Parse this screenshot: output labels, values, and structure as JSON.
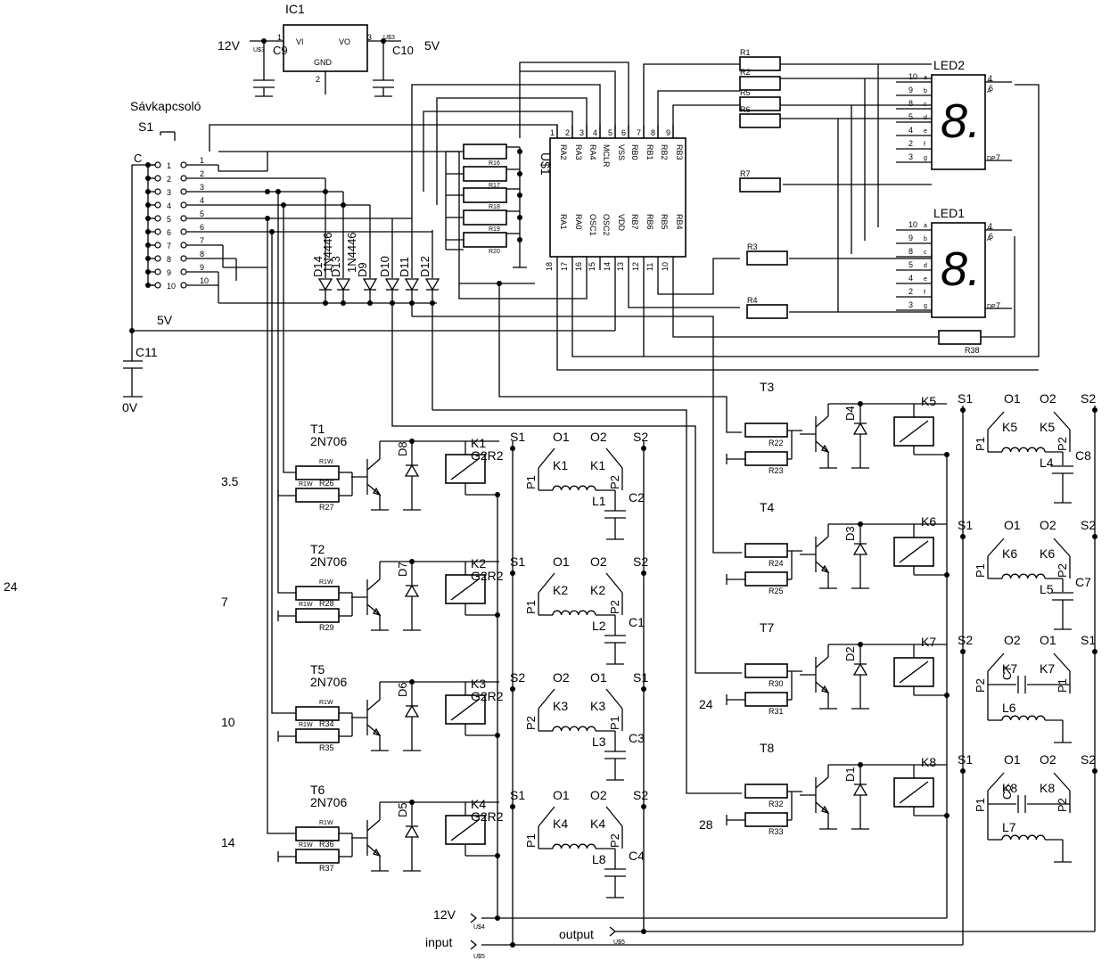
{
  "ic1": {
    "ref": "IC1",
    "vi": "VI",
    "vo": "VO",
    "gnd": "GND",
    "pin1": "1",
    "pin2": "2",
    "pin3": "3",
    "v_in": "12V",
    "v_out": "5V",
    "c_in": "C9",
    "c_out": "C10",
    "us_in": "U$3",
    "us_out": "U$3"
  },
  "switch": {
    "title": "Sávkapcsoló",
    "ref": "S1",
    "common": "C",
    "pins": [
      "1",
      "2",
      "3",
      "4",
      "5",
      "6",
      "7",
      "8",
      "9",
      "10"
    ]
  },
  "c11": {
    "ref": "C11",
    "rail": "5V",
    "gnd": "0V"
  },
  "mcu": {
    "ref": "U$1",
    "top_pins": [
      {
        "num": "1",
        "name": "RA2"
      },
      {
        "num": "2",
        "name": "RA3"
      },
      {
        "num": "3",
        "name": "RA4"
      },
      {
        "num": "4",
        "name": "MCLR"
      },
      {
        "num": "5",
        "name": "VSS"
      },
      {
        "num": "6",
        "name": "RB0"
      },
      {
        "num": "7",
        "name": "RB1"
      },
      {
        "num": "8",
        "name": "RB2"
      },
      {
        "num": "9",
        "name": "RB3"
      }
    ],
    "bottom_pins": [
      {
        "num": "18",
        "name": "RA1"
      },
      {
        "num": "17",
        "name": "RA0"
      },
      {
        "num": "16",
        "name": "OSC1"
      },
      {
        "num": "15",
        "name": "OSC2"
      },
      {
        "num": "14",
        "name": "VDD"
      },
      {
        "num": "13",
        "name": "RB7"
      },
      {
        "num": "12",
        "name": "RB6"
      },
      {
        "num": "11",
        "name": "RB5"
      },
      {
        "num": "10",
        "name": "RB4"
      }
    ]
  },
  "pull_resistors": [
    "R16",
    "R17",
    "R18",
    "R19",
    "R20"
  ],
  "diodes": [
    "D14",
    "D13",
    "D9",
    "D10",
    "D11",
    "D12"
  ],
  "diode_type": "1N4446",
  "display_resistors": [
    "R1",
    "R2",
    "R5",
    "R6",
    "R7",
    "R3",
    "R4",
    "R38"
  ],
  "led2": {
    "ref": "LED2",
    "digit": "8.",
    "pins_left": [
      [
        "10",
        "a"
      ],
      [
        "9",
        "b"
      ],
      [
        "8",
        "c"
      ],
      [
        "5",
        "d"
      ],
      [
        "4",
        "e"
      ],
      [
        "2",
        "f"
      ],
      [
        "3",
        "g"
      ]
    ],
    "anode_pins": [
      "1",
      "6"
    ],
    "anode": "A",
    "dp": "DP",
    "dp_pin": "7"
  },
  "led1": {
    "ref": "LED1",
    "digit": "8.",
    "pins_left": [
      [
        "10",
        "a"
      ],
      [
        "9",
        "b"
      ],
      [
        "8",
        "c"
      ],
      [
        "5",
        "d"
      ],
      [
        "4",
        "e"
      ],
      [
        "2",
        "f"
      ],
      [
        "3",
        "g"
      ]
    ],
    "anode_pins": [
      "1",
      "6"
    ],
    "anode": "A",
    "dp": "DP",
    "dp_pin": "7"
  },
  "left_drivers": [
    {
      "t": "T1",
      "type": "2N706",
      "rb": "R26",
      "rb_sub": "R1W",
      "rg": "R27",
      "rg_sub": "R1W",
      "d": "D8",
      "k": "K1",
      "relay": "G2R2",
      "band": "3.5"
    },
    {
      "t": "T2",
      "type": "2N706",
      "rb": "R28",
      "rb_sub": "R1W",
      "rg": "R29",
      "rg_sub": "R1W",
      "d": "D7",
      "k": "K2",
      "relay": "G2R2",
      "band": "7"
    },
    {
      "t": "T5",
      "type": "2N706",
      "rb": "R34",
      "rb_sub": "R1W",
      "rg": "R35",
      "rg_sub": "R1W",
      "d": "D6",
      "k": "K3",
      "relay": "G2R2",
      "band": "10"
    },
    {
      "t": "T6",
      "type": "2N706",
      "rb": "R36",
      "rb_sub": "R1W",
      "rg": "R37",
      "rg_sub": "R1W",
      "d": "D5",
      "k": "K4",
      "relay": "G2R2",
      "band": "14"
    }
  ],
  "left_side_label": "24",
  "left_filters": [
    {
      "s_left": "S1",
      "s_right": "S2",
      "o_left": "O1",
      "o_right": "O2",
      "k": "K1",
      "p_left": "P1",
      "p_right": "P2",
      "l": "L1",
      "c": "C2"
    },
    {
      "s_left": "S1",
      "s_right": "S2",
      "o_left": "O1",
      "o_right": "O2",
      "k": "K2",
      "p_left": "P1",
      "p_right": "P2",
      "l": "L2",
      "c": "C1"
    },
    {
      "s_left": "S2",
      "s_right": "S1",
      "o_left": "O2",
      "o_right": "O1",
      "k": "K3",
      "p_left": "P2",
      "p_right": "P1",
      "l": "L3",
      "c": "C3"
    },
    {
      "s_left": "S1",
      "s_right": "S2",
      "o_left": "O1",
      "o_right": "O2",
      "k": "K4",
      "p_left": "P1",
      "p_right": "P2",
      "l": "L8",
      "c": "C4"
    }
  ],
  "right_drivers": [
    {
      "t": "T3",
      "rb": "R22",
      "rg": "R23",
      "d": "D4",
      "k": "K5",
      "band": ""
    },
    {
      "t": "T4",
      "rb": "R24",
      "rg": "R25",
      "d": "D3",
      "k": "K6",
      "band": ""
    },
    {
      "t": "T7",
      "rb": "R30",
      "rg": "R31",
      "d": "D2",
      "k": "K7",
      "band": "24"
    },
    {
      "t": "T8",
      "rb": "R32",
      "rg": "R33",
      "d": "D1",
      "k": "K8",
      "band": "28"
    }
  ],
  "right_filters": [
    {
      "s_left": "S1",
      "s_right": "S2",
      "o_left": "O1",
      "o_right": "O2",
      "k": "K5",
      "p_left": "P1",
      "p_right": "P2",
      "l": "L4",
      "c": "C8"
    },
    {
      "s_left": "S1",
      "s_right": "S2",
      "o_left": "O1",
      "o_right": "O2",
      "k": "K6",
      "p_left": "P1",
      "p_right": "P2",
      "l": "L5",
      "c": "C7"
    },
    {
      "s_left": "S2",
      "s_right": "S1",
      "o_left": "O2",
      "o_right": "O1",
      "k": "K7",
      "p_left": "P2",
      "p_right": "P1",
      "l": "L6",
      "c": "C7"
    },
    {
      "s_left": "S1",
      "s_right": "S2",
      "o_left": "O1",
      "o_right": "O2",
      "k": "K8",
      "p_left": "P1",
      "p_right": "P2",
      "l": "L7",
      "c": "C5"
    }
  ],
  "terminals": {
    "v12": {
      "label": "12V",
      "us": "U$4"
    },
    "input": {
      "label": "input",
      "us": "U$5"
    },
    "output": {
      "label": "output",
      "us": "U$5"
    }
  }
}
